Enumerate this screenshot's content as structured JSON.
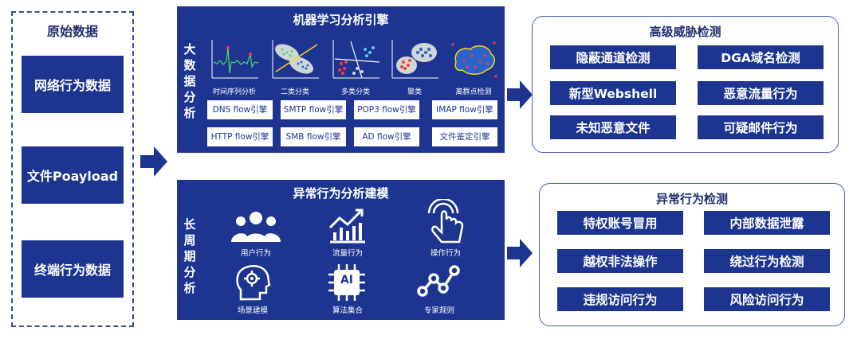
{
  "source": {
    "title": "原始数据",
    "items": [
      "网络行为数据",
      "文件Poayload",
      "终端行为数据"
    ]
  },
  "ml_engine": {
    "title": "机器学习分析引擎",
    "side_label": [
      "大",
      "数",
      "据",
      "分",
      "析"
    ],
    "methods": [
      "时间序列分析",
      "二类分类",
      "多类分类",
      "聚类",
      "离群点检测"
    ],
    "engines": [
      "DNS flow引擎",
      "SMTP  flow引擎",
      "POP3 flow引擎",
      "IMAP flow引擎",
      "HTTP flow引擎",
      "SMB flow引擎",
      "AD flow引擎",
      "文件鉴定引擎"
    ]
  },
  "anomaly_modeling": {
    "title": "异常行为分析建模",
    "side_label": [
      "长",
      "周",
      "期",
      "分",
      "析"
    ],
    "items": [
      "用户行为",
      "流量行为",
      "操作行为",
      "场景建模",
      "算法集合",
      "专家规则"
    ],
    "ai_label": "AI"
  },
  "threat_detection": {
    "title": "高级威胁检测",
    "items": [
      "隐蔽通道检测",
      "DGA域名检测",
      "新型Webshell",
      "恶意流量行为",
      "未知恶意文件",
      "可疑邮件行为"
    ]
  },
  "anomaly_detection": {
    "title": "异常行为检测",
    "items": [
      "特权账号冒用",
      "内部数据泄露",
      "越权非法操作",
      "绕过行为检测",
      "违规访问行为",
      "风险访问行为"
    ]
  },
  "colors": {
    "primary": "#1d3591",
    "border": "#4560a8",
    "text": "#1f2d6e"
  }
}
